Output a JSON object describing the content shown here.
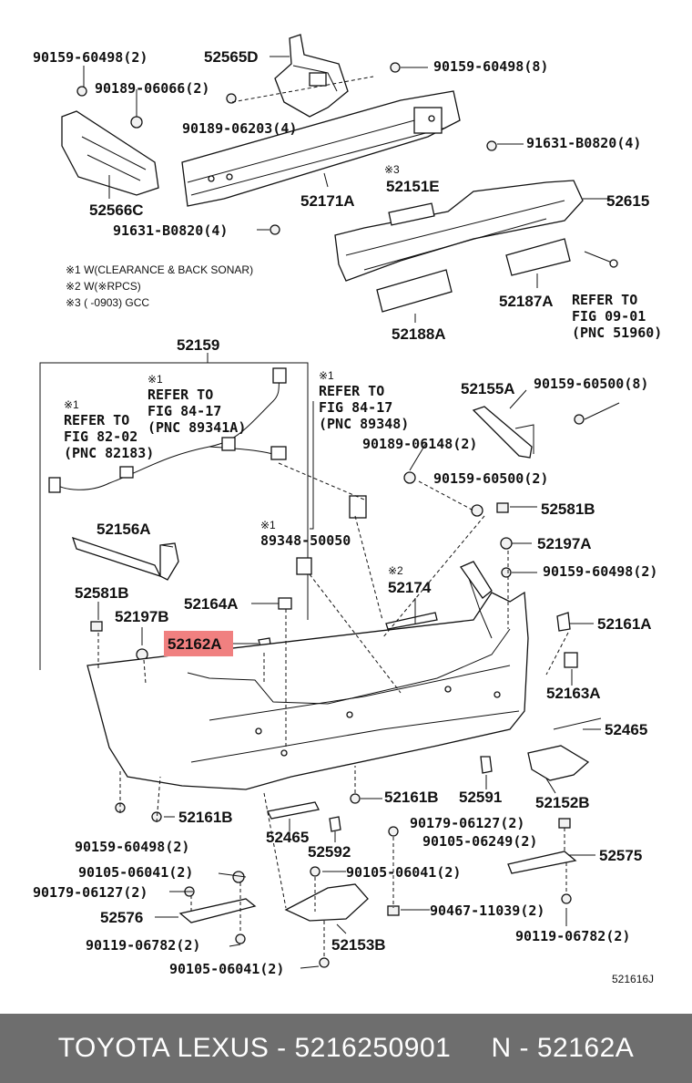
{
  "notes": {
    "note1": "※1 W(CLEARANCE & BACK SONAR)",
    "note2": "※2 W(※RPCS)",
    "note3": "※3 (      -0903) GCC"
  },
  "labels": {
    "p90159_60498_tl": "90159-60498(2)",
    "p52565D": "52565D",
    "p90159_60498_tr": "90159-60498(8)",
    "p90189_06066": "90189-06066(2)",
    "p90189_06203": "90189-06203(4)",
    "p91631_B0820_r": "91631-B0820(4)",
    "p52566C": "52566C",
    "p52171A": "52171A",
    "m3": "※3",
    "p52151E": "52151E",
    "p52615": "52615",
    "p91631_B0820_l": "91631-B0820(4)",
    "p52187A": "52187A",
    "p52188A": "52188A",
    "refer1": "REFER TO",
    "refer1b": "FIG 09-01",
    "refer1c": "(PNC 51960)",
    "p52159": "52159",
    "m1a": "※1",
    "refer2": "REFER TO",
    "refer2b": "FIG 84-17",
    "refer2c": "(PNC 89341A)",
    "m1b": "※1",
    "refer3": "REFER TO",
    "refer3b": "FIG 84-17",
    "refer3c": "(PNC 89348)",
    "m1c": "※1",
    "refer4": "REFER TO",
    "refer4b": "FIG 82-02",
    "refer4c": "(PNC 82183)",
    "p52155A": "52155A",
    "p90159_60500_8": "90159-60500(8)",
    "p90189_06148": "90189-06148(2)",
    "p90159_60500_2": "90159-60500(2)",
    "p52581B_r": "52581B",
    "p52197A": "52197A",
    "p90159_60498_mr": "90159-60498(2)",
    "p52156A": "52156A",
    "m1d": "※1",
    "p89348_50050": "89348-50050",
    "m2": "※2",
    "p52174": "52174",
    "p52581B_l": "52581B",
    "p52164A": "52164A",
    "p52197B": "52197B",
    "p52162A": "52162A",
    "p52161A": "52161A",
    "p52163A": "52163A",
    "p52465_r": "52465",
    "p52161B_l": "52161B",
    "p52161B_m": "52161B",
    "p52591": "52591",
    "p52152B": "52152B",
    "p90159_60498_bl": "90159-60498(2)",
    "p52465_b": "52465",
    "p52592": "52592",
    "p90179_06127_r": "90179-06127(2)",
    "p90105_06249": "90105-06249(2)",
    "p52575": "52575",
    "p90105_06041_l": "90105-06041(2)",
    "p90105_06041_m": "90105-06041(2)",
    "p90179_06127_l": "90179-06127(2)",
    "p52576": "52576",
    "p90467_11039": "90467-11039(2)",
    "p52153B": "52153B",
    "p90119_06782_l": "90119-06782(2)",
    "p90119_06782_r": "90119-06782(2)",
    "p90105_06041_b": "90105-06041(2)",
    "code": "521616J"
  },
  "colors": {
    "highlight": "#f08080",
    "footer_bg": "#6e6e6e",
    "footer_text": "#ffffff"
  },
  "footer": {
    "text": "TOYOTA LEXUS - 5216250901     N - 52162A"
  }
}
